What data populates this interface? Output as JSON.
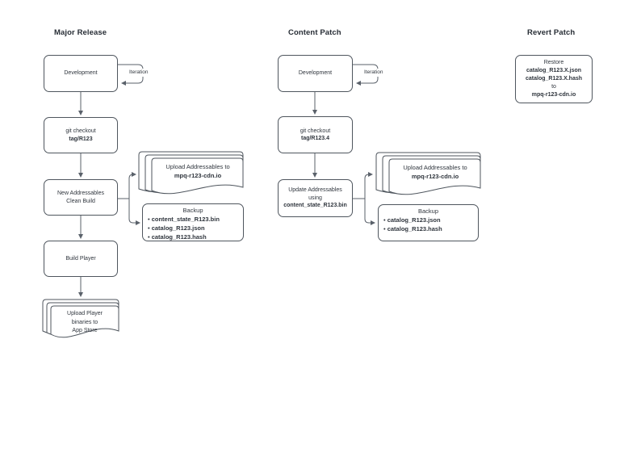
{
  "diagram": {
    "colors": {
      "stroke": "#4f565e",
      "connector": "#5a616a",
      "text": "#2f353d"
    },
    "major_release": {
      "title": "Major Release",
      "development": "Development",
      "iteration": "Iteration",
      "git_checkout": {
        "line1": "git checkout",
        "line2": "tag/R123"
      },
      "clean_build": {
        "line1": "New Addressables",
        "line2": "Clean Build"
      },
      "build_player": "Build Player",
      "upload_addressables": {
        "line1": "Upload Addressables to",
        "line2": "mpq-r123-cdn.io"
      },
      "backup": {
        "title": "Backup",
        "items": [
          "content_state_R123.bin",
          "catalog_R123.json",
          "catalog_R123.hash"
        ]
      },
      "upload_player": {
        "line1": "Upload Player",
        "line2": "binaries to",
        "line3": "App Store"
      }
    },
    "content_patch": {
      "title": "Content Patch",
      "development": "Development",
      "iteration": "Iteration",
      "git_checkout": {
        "line1": "git checkout",
        "line2": "tag/R123.4"
      },
      "update_addressables": {
        "line1": "Update Addressables",
        "line2": "using",
        "line3": "content_state_R123.bin"
      },
      "upload_addressables": {
        "line1": "Upload Addressables to",
        "line2": "mpq-r123-cdn.io"
      },
      "backup": {
        "title": "Backup",
        "items": [
          "catalog_R123.json",
          "catalog_R123.hash"
        ]
      }
    },
    "revert_patch": {
      "title": "Revert Patch",
      "restore": {
        "line1": "Restore",
        "line2": "catalog_R123.X.json",
        "line3": "catalog_R123.X.hash",
        "line4": "to",
        "line5": "mpq-r123-cdn.io"
      }
    }
  }
}
